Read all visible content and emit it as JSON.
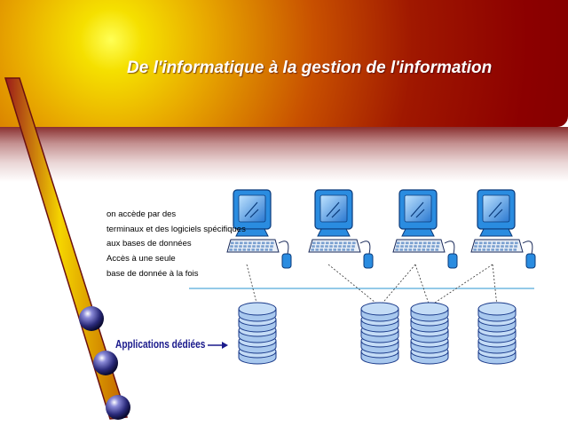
{
  "slide": {
    "title": "De l'informatique à la gestion de l'information",
    "description_lines": [
      "on accède par des",
      "terminaux et des logiciels spécifiques",
      "aux bases de données",
      "Accès à une seule",
      "base de donnée à la fois"
    ],
    "applications_label": "Applications dédiées"
  },
  "diagram": {
    "computers": [
      "computer-1",
      "computer-2",
      "computer-3",
      "computer-4"
    ],
    "databases": [
      "database-1",
      "database-2",
      "database-3",
      "database-4"
    ],
    "colors": {
      "disk_fill": "#a8c8ee",
      "disk_stroke": "#1a3a8a",
      "monitor": "#2a8ce0",
      "network_line": "#70b8e0",
      "arrow": "#1a1a8c",
      "bar_fill": "#e8c000",
      "bar_stroke": "#7a1010",
      "bullet": "#2a2a7a"
    }
  }
}
